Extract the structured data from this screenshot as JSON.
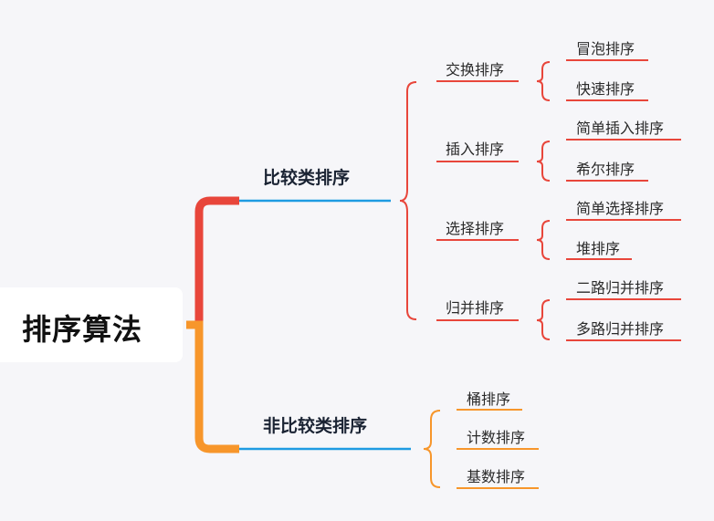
{
  "root": {
    "label": "排序算法"
  },
  "branches": [
    {
      "label": "比较类排序",
      "children": [
        {
          "label": "交换排序",
          "children": [
            "冒泡排序",
            "快速排序"
          ]
        },
        {
          "label": "插入排序",
          "children": [
            "简单插入排序",
            "希尔排序"
          ]
        },
        {
          "label": "选择排序",
          "children": [
            "简单选择排序",
            "堆排序"
          ]
        },
        {
          "label": "归并排序",
          "children": [
            "二路归并排序",
            "多路归并排序"
          ]
        }
      ]
    },
    {
      "label": "非比较类排序",
      "children": [
        "桶排序",
        "计数排序",
        "基数排序"
      ]
    }
  ],
  "colors": {
    "background": "#f6f6f9",
    "branch1": "#e8463b",
    "branch2": "#f7962b",
    "branch_underline": "#1e9be2"
  }
}
